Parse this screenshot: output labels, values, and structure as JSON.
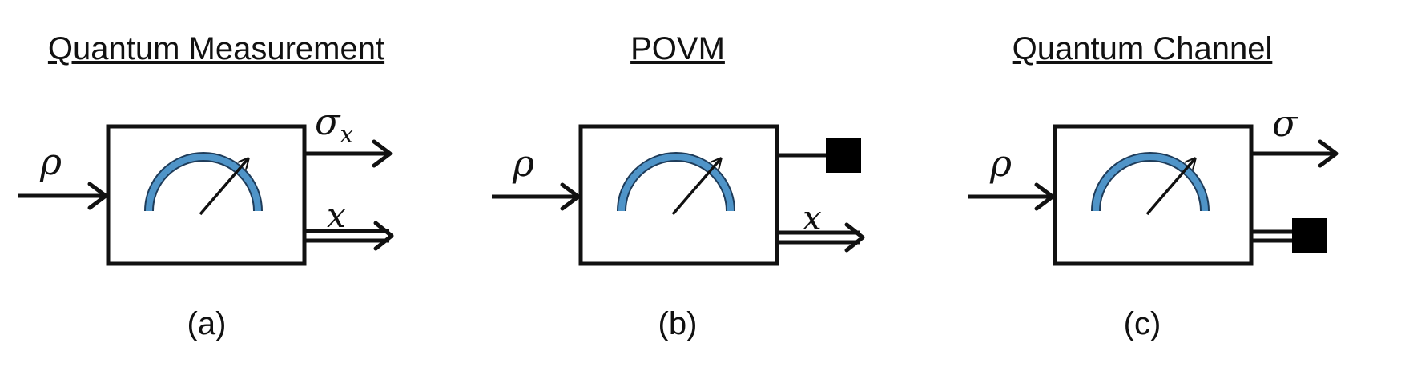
{
  "colors": {
    "ink": "#111111",
    "dial": "#4f94c8",
    "dial_outline": "#1e3c5a",
    "background": "#ffffff"
  },
  "panels": [
    {
      "title": "Quantum Measurement",
      "caption": "(a)",
      "input_label": "ρ",
      "quantum_output_label": "σ",
      "quantum_output_subscript": "x",
      "classical_output_label": "x"
    },
    {
      "title": "POVM",
      "caption": "(b)",
      "input_label": "ρ",
      "classical_output_label": "x"
    },
    {
      "title": "Quantum Channel",
      "caption": "(c)",
      "input_label": "ρ",
      "quantum_output_label": "σ"
    }
  ],
  "icons": [
    "meter-dial-icon",
    "meter-needle-icon",
    "arrow-icon",
    "double-arrow-icon",
    "discard-terminal-icon"
  ]
}
